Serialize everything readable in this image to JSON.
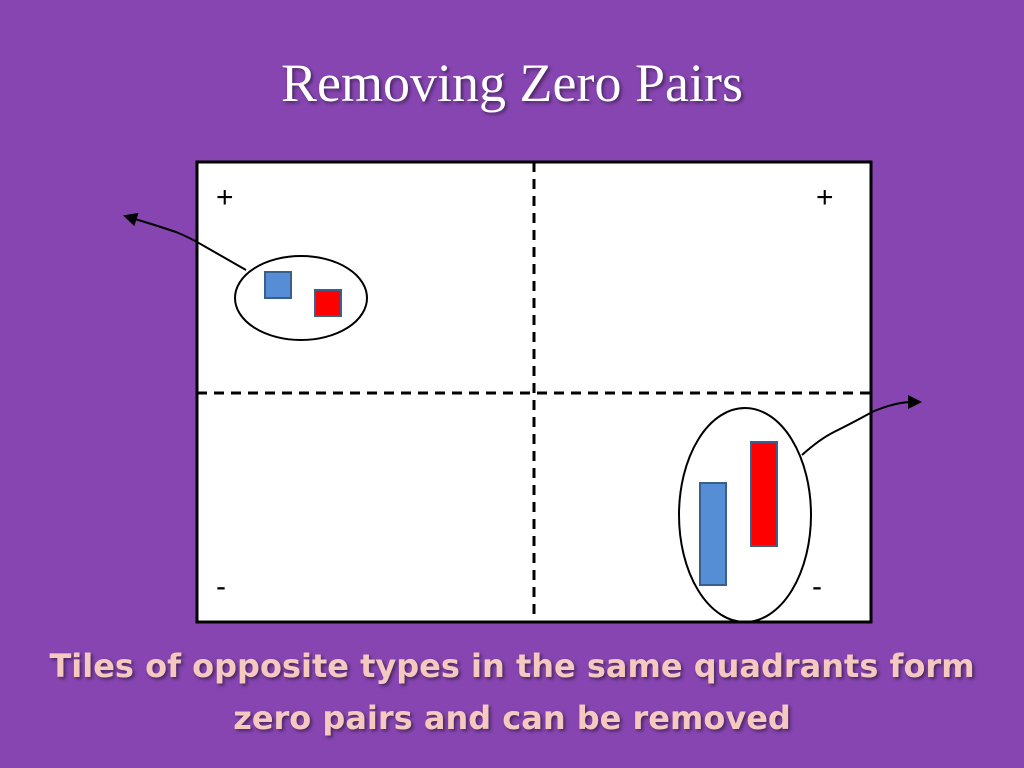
{
  "slide": {
    "title": "Removing Zero Pairs",
    "caption_line1": "Tiles of opposite types in the same quadrants form",
    "caption_line2": "zero pairs and can be removed"
  },
  "diagram": {
    "quadrant_signs": {
      "top_left": "+",
      "top_right": "+",
      "bottom_left": "-",
      "bottom_right": "-"
    },
    "tile_colors": {
      "positive": "#558ed5",
      "negative": "#ff0000",
      "tile_border": "#3a5f8c"
    },
    "zero_pairs": [
      {
        "quadrant": "top-left",
        "tiles": [
          "small-blue",
          "small-red"
        ],
        "arrow": "left"
      },
      {
        "quadrant": "bottom-right",
        "tiles": [
          "long-blue",
          "long-red"
        ],
        "arrow": "right"
      }
    ]
  }
}
